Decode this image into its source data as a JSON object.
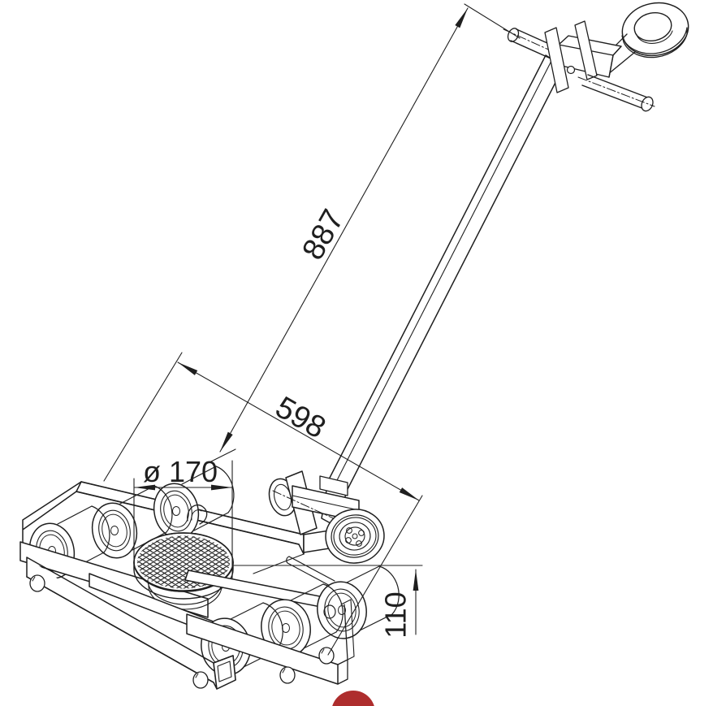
{
  "drawing": {
    "subject": "isometric technical line drawing of a steerable machinery moving skate (roller dolly) with towing-eye steering handle",
    "background_color": "#ffffff",
    "line_color": "#1f1f1f",
    "red_dot_color": "#ae2d2d",
    "labels": {
      "dim_handle_length": "887",
      "dim_diagonal_length": "598",
      "dim_turntable_diameter": "ø 170",
      "dim_height": "110"
    }
  }
}
